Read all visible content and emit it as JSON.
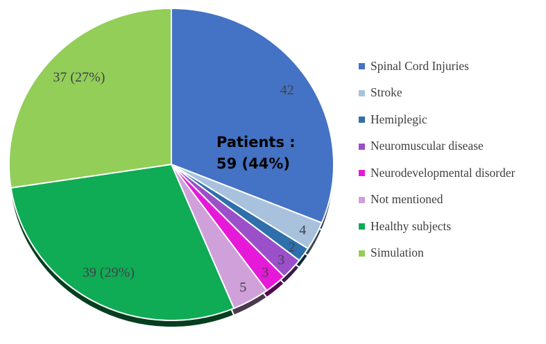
{
  "chart_data": {
    "type": "pie",
    "title": "",
    "legend_position": "right",
    "total": 135,
    "rotation_start_deg": 0,
    "direction": "clockwise",
    "slices": [
      {
        "label": "Spinal Cord Injuries",
        "value": 42,
        "display": "42",
        "color": "#4472c4"
      },
      {
        "label": "Stroke",
        "value": 4,
        "display": "4",
        "color": "#a8c2de"
      },
      {
        "label": "Hemiplegic",
        "value": 2,
        "display": "2",
        "color": "#2e6fac"
      },
      {
        "label": "Neuromuscular disease",
        "value": 3,
        "display": "3",
        "color": "#9b4fc9"
      },
      {
        "label": "Neurodevelopmental disorder",
        "value": 3,
        "display": "3",
        "color": "#e619d9"
      },
      {
        "label": "Not mentioned",
        "value": 5,
        "display": "5",
        "color": "#cfa0d9"
      },
      {
        "label": "Healthy subjects",
        "value": 39,
        "display": "39 (29%)",
        "color": "#10ab55"
      },
      {
        "label": "Simulation",
        "value": 37,
        "display": "37 (27%)",
        "color": "#92ce58"
      }
    ],
    "center_label": {
      "line1": "Patients :",
      "line2": "59 (44%)"
    },
    "label_color": "#3f4249",
    "slice_border_color": "#ffffff"
  }
}
